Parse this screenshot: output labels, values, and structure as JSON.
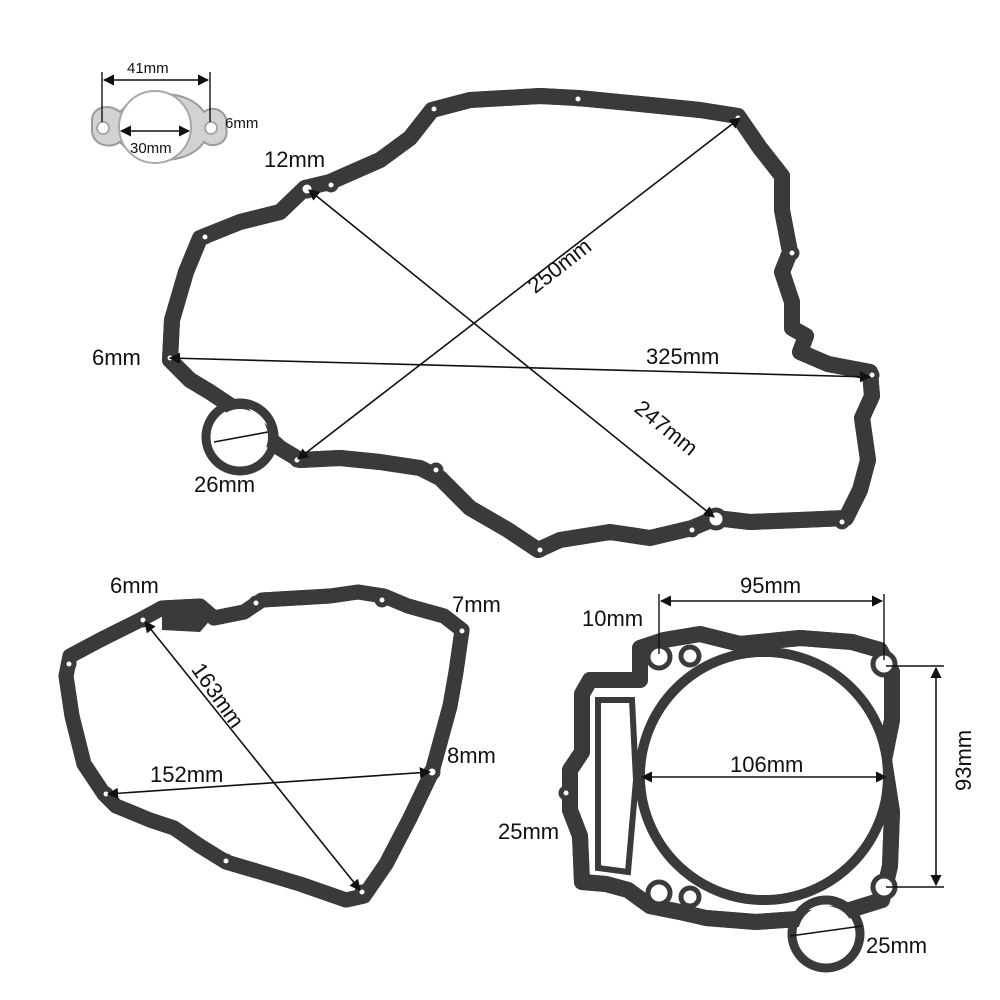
{
  "labels": {
    "exhaust_width": "41mm",
    "exhaust_bore": "30mm",
    "exhaust_hole": "6mm",
    "clutch_hole_top": "12mm",
    "clutch_diag_a": "250mm",
    "clutch_left_hole": "6mm",
    "clutch_width": "325mm",
    "clutch_diag_b": "247mm",
    "clutch_big_hole": "26mm",
    "stator_hole_tl": "6mm",
    "stator_hole_tr": "7mm",
    "stator_diag": "163mm",
    "stator_hole_r": "8mm",
    "stator_width": "152mm",
    "cyl_hole": "10mm",
    "cyl_bolt_span": "95mm",
    "cyl_bore": "106mm",
    "cyl_bolt_height": "93mm",
    "cyl_left": "25mm",
    "cyl_bottom_hole": "25mm"
  },
  "colors": {
    "gasket": "#3a3a3a",
    "exhaust_gasket": "#c8c8c8",
    "dimension_line": "#111111",
    "background": "#ffffff"
  }
}
